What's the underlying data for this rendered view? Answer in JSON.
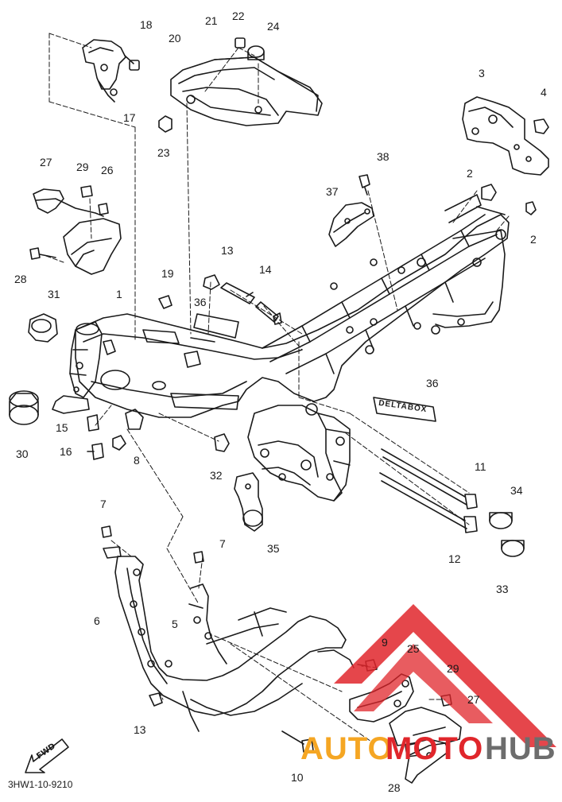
{
  "diagram": {
    "part_code": "3HW1-10-9210",
    "fwd_label": "FWD",
    "deltabox_label": "DELTABOX",
    "callouts": [
      {
        "id": "c18a",
        "text": "18"
      },
      {
        "id": "c17",
        "text": "17"
      },
      {
        "id": "c20",
        "text": "20"
      },
      {
        "id": "c21",
        "text": "21"
      },
      {
        "id": "c22",
        "text": "22"
      },
      {
        "id": "c24",
        "text": "24"
      },
      {
        "id": "c23",
        "text": "23"
      },
      {
        "id": "c3",
        "text": "3"
      },
      {
        "id": "c4",
        "text": "4"
      },
      {
        "id": "c38",
        "text": "38"
      },
      {
        "id": "c37",
        "text": "37"
      },
      {
        "id": "c2a",
        "text": "2"
      },
      {
        "id": "c2b",
        "text": "2"
      },
      {
        "id": "c27a",
        "text": "27"
      },
      {
        "id": "c29a",
        "text": "29"
      },
      {
        "id": "c26",
        "text": "26"
      },
      {
        "id": "c28a",
        "text": "28"
      },
      {
        "id": "c13a",
        "text": "13"
      },
      {
        "id": "c14",
        "text": "14"
      },
      {
        "id": "c19",
        "text": "19"
      },
      {
        "id": "c36a",
        "text": "36"
      },
      {
        "id": "c31",
        "text": "31"
      },
      {
        "id": "c1",
        "text": "1"
      },
      {
        "id": "c36b",
        "text": "36"
      },
      {
        "id": "c30",
        "text": "30"
      },
      {
        "id": "c15",
        "text": "15"
      },
      {
        "id": "c16",
        "text": "16"
      },
      {
        "id": "c8",
        "text": "8"
      },
      {
        "id": "c32",
        "text": "32"
      },
      {
        "id": "c11",
        "text": "11"
      },
      {
        "id": "c34",
        "text": "34"
      },
      {
        "id": "c12",
        "text": "12"
      },
      {
        "id": "c33",
        "text": "33"
      },
      {
        "id": "c35",
        "text": "35"
      },
      {
        "id": "c7a",
        "text": "7"
      },
      {
        "id": "c7b",
        "text": "7"
      },
      {
        "id": "c6",
        "text": "6"
      },
      {
        "id": "c5",
        "text": "5"
      },
      {
        "id": "c9",
        "text": "9"
      },
      {
        "id": "c25",
        "text": "25"
      },
      {
        "id": "c29b",
        "text": "29"
      },
      {
        "id": "c27b",
        "text": "27"
      },
      {
        "id": "c13b",
        "text": "13"
      },
      {
        "id": "c10",
        "text": "10"
      },
      {
        "id": "c28b",
        "text": "28"
      }
    ]
  },
  "watermark": {
    "brand_part1": "AUTO",
    "brand_part2": "MOTO",
    "brand_part3": "HUB",
    "color_orange": "#f5a623",
    "color_red": "#e0262b",
    "color_gray": "#6d6d6d"
  },
  "colors": {
    "ink": "#1a1a1a",
    "background": "#ffffff"
  }
}
